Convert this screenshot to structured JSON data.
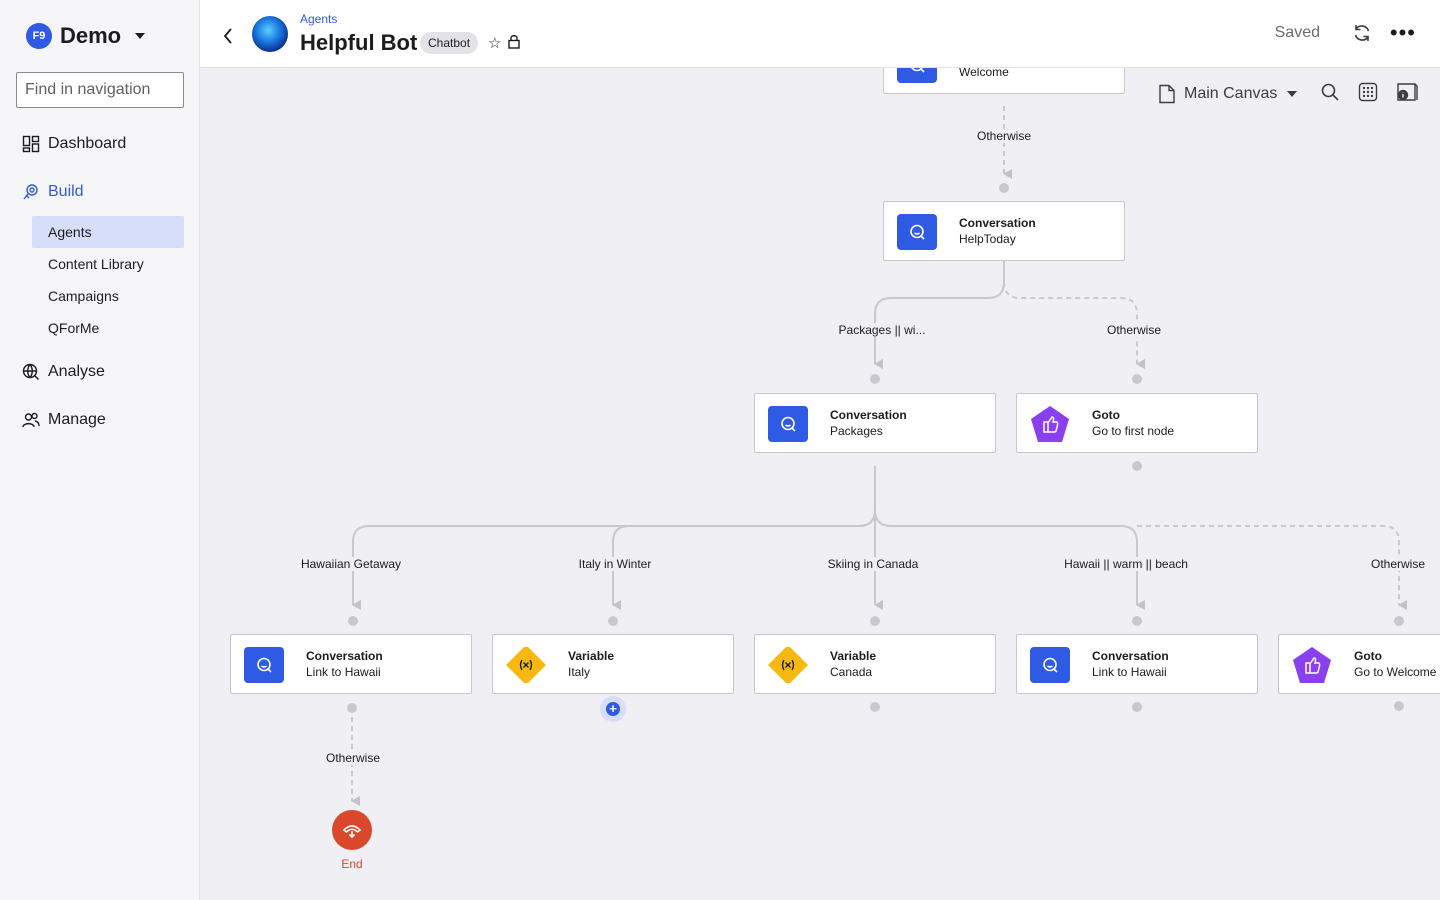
{
  "sidebar": {
    "workspace": "Demo",
    "workspace_logo": "F9",
    "search_placeholder": "Find in navigation",
    "items": {
      "dashboard": "Dashboard",
      "build": "Build",
      "analyse": "Analyse",
      "manage": "Manage"
    },
    "build_children": [
      "Agents",
      "Content Library",
      "Campaigns",
      "QForMe"
    ]
  },
  "header": {
    "breadcrumb": "Agents",
    "title": "Helpful Bot",
    "chip": "Chatbot",
    "status": "Saved"
  },
  "canvas": {
    "selector": "Main Canvas",
    "nodes": {
      "welcome": {
        "type": "",
        "name": "Welcome"
      },
      "helptoday": {
        "type": "Conversation",
        "name": "HelpToday"
      },
      "packages": {
        "type": "Conversation",
        "name": "Packages"
      },
      "goto_first": {
        "type": "Goto",
        "name": "Go to first node"
      },
      "link_hawaii_1": {
        "type": "Conversation",
        "name": "Link to Hawaii"
      },
      "italy": {
        "type": "Variable",
        "name": "Italy"
      },
      "canada": {
        "type": "Variable",
        "name": "Canada"
      },
      "link_hawaii_2": {
        "type": "Conversation",
        "name": "Link to Hawaii"
      },
      "goto_welcome": {
        "type": "Goto",
        "name": "Go to Welcome"
      }
    },
    "edge_labels": {
      "welcome_otherwise": "Otherwise",
      "packages_branch": "Packages || wi...",
      "helptoday_otherwise": "Otherwise",
      "hawaiian_getaway": "Hawaiian Getaway",
      "italy_winter": "Italy in Winter",
      "skiing_canada": "Skiing in Canada",
      "hawaii_warm_beach": "Hawaii || warm || beach",
      "packages_otherwise": "Otherwise",
      "hawaii_otherwise": "Otherwise"
    },
    "end_label": "End"
  },
  "colors": {
    "accent": "#2f5ae4",
    "variable": "#f7b90f",
    "goto": "#8a3ff0",
    "end": "#d9482b"
  },
  "icons": [
    "chevron-left-icon",
    "star-icon",
    "lock-icon",
    "refresh-icon",
    "more-icon",
    "document-icon",
    "search-icon",
    "grid-icon",
    "info-panel-icon",
    "chat-icon",
    "variable-icon",
    "goto-icon",
    "end-icon",
    "plus-icon"
  ]
}
